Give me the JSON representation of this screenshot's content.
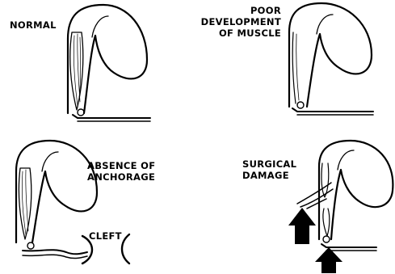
{
  "panels": {
    "normal": {
      "label": "NORMAL"
    },
    "poor": {
      "label_lines": [
        "POOR",
        "DEVELOPMENT",
        "OF MUSCLE"
      ]
    },
    "absence": {
      "label_lines": [
        "ABSENCE OF",
        "ANCHORAGE"
      ],
      "cleft_label": "CLEFT"
    },
    "surgical": {
      "label_lines": [
        "SURGICAL",
        "DAMAGE"
      ]
    }
  },
  "colors": {
    "ink": "#000000",
    "paper": "#ffffff"
  }
}
